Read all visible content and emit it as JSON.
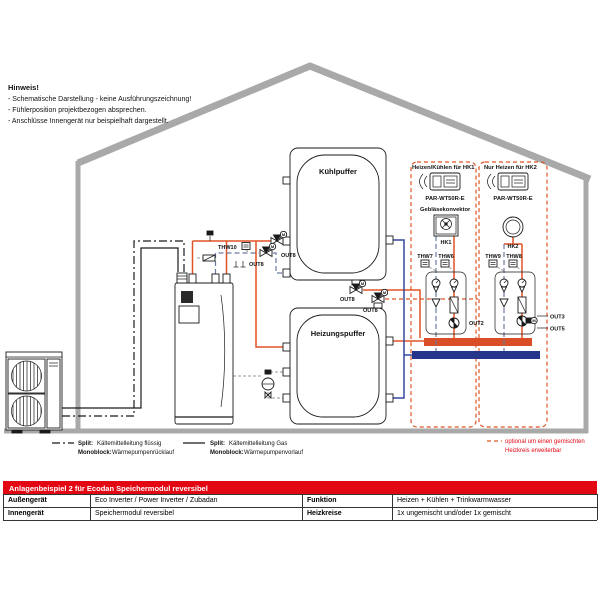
{
  "hinweis": {
    "title": "Hinweis!",
    "lines": [
      "- Schematische Darstellung - keine Ausführungszeichnung!",
      "- Fühlerposition projektbezogen absprechen.",
      "- Anschlüsse Innengerät nur beispielhaft dargestellt."
    ]
  },
  "components": {
    "kuehlpuffer": "Kühlpuffer",
    "heizungspuffer": "Heizungspuffer",
    "geblaesekonvektor": "Gebläsekonvektor",
    "rc1_title": "Heizen/Kühlen für HK1",
    "rc2_title": "Nur Heizen für HK2",
    "rc_model": "PAR-WT50R-E",
    "hk1": "HK1",
    "hk2": "HK2"
  },
  "sensors": {
    "thw10": "THW10",
    "thw7": "THW7",
    "thw6": "THW6",
    "thw9": "THW9",
    "thw8": "THW8"
  },
  "outputs": {
    "out8": "OUT8",
    "out2": "OUT2",
    "out3": "OUT3",
    "out5": "OUT5",
    "motor": "M"
  },
  "legend": {
    "item1": {
      "term1": "Split:",
      "text1": "Kältemittelleitung flüssig",
      "term2": "Monoblock:",
      "text2": "Wärmepumpenrücklauf"
    },
    "item2": {
      "term1": "Split:",
      "text1": "Kältemittelleitung Gas",
      "term2": "Monoblock:",
      "text2": "Wärmepumpenvorlauf"
    },
    "item3": {
      "line1": "optional um einen gemischten",
      "line2": "Heizkreis erweiterbar"
    }
  },
  "table": {
    "header": "Anlagenbeispiel 2 für Ecodan Speichermodul reversibel",
    "rows": [
      {
        "k1": "Außengerät",
        "v1": "Eco Inverter / Power Inverter / Zubadan",
        "k2": "Funktion",
        "v2": "Heizen + Kühlen + Trinkwarmwasser"
      },
      {
        "k1": "Innengerät",
        "v1": "Speichermodul reversibel",
        "k2": "Heizkreise",
        "v2": "1x ungemischt und/oder 1x gemischt"
      }
    ]
  },
  "colors": {
    "brand_red": "#e30613",
    "pipe_flow_orange": "#e05325",
    "pipe_return_blue": "#33489e",
    "bar_orange": "#d94e26",
    "bar_blue": "#27348b",
    "house_gray": "#a9a9a9",
    "cable_gray": "#999999"
  }
}
